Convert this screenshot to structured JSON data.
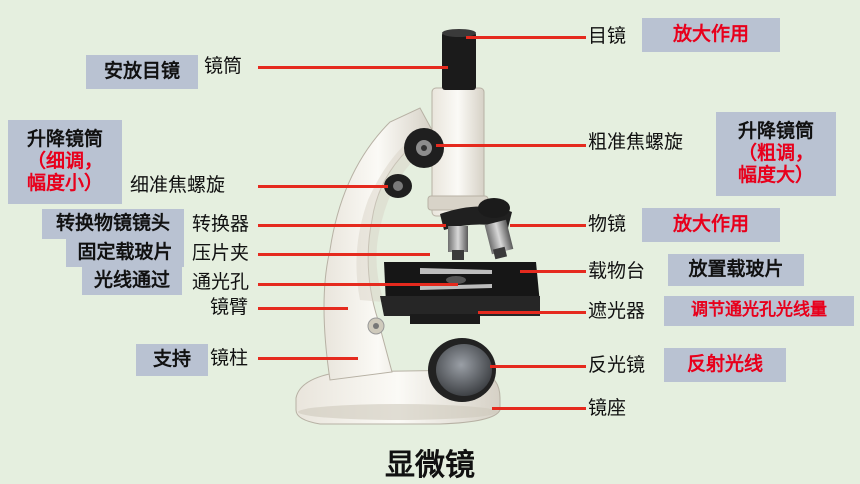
{
  "title": "显微镜",
  "left": {
    "jingtong": "镜筒",
    "xizhunjiao": "细准焦螺旋",
    "zhuanhuanqi": "转换器",
    "yapianjia": "压片夹",
    "tongguangkong": "通光孔",
    "jingbi": "镜臂",
    "jingzhu": "镜柱"
  },
  "right": {
    "mujing": "目镜",
    "cuzhunjiao": "粗准焦螺旋",
    "wujing": "物镜",
    "zaiwutai": "载物台",
    "zheguangqi": "遮光器",
    "fanguangjing": "反光镜",
    "jingzuo": "镜座"
  },
  "functions": {
    "anfang": "安放目镜",
    "shengjiang_fine_1": "升降镜筒",
    "shengjiang_fine_2": "（细调，",
    "shengjiang_fine_3": "幅度小）",
    "zhuanhuan": "转换物镜镜头",
    "guding": "固定载玻片",
    "guangxian": "光线通过",
    "zhichi": "支持",
    "mujing_func": "放大作用",
    "shengjiang_coarse_1": "升降镜筒",
    "shengjiang_coarse_2": "（粗调，",
    "shengjiang_coarse_3": "幅度大）",
    "wujing_func": "放大作用",
    "fangzhi": "放置载玻片",
    "tiaojie": "调节通光孔光线量",
    "fanshe": "反射光线"
  },
  "colors": {
    "background": "#e5efdf",
    "label_box": "#b9c2d2",
    "accent_red": "#e8001c",
    "leader_line": "#e52a1e"
  }
}
